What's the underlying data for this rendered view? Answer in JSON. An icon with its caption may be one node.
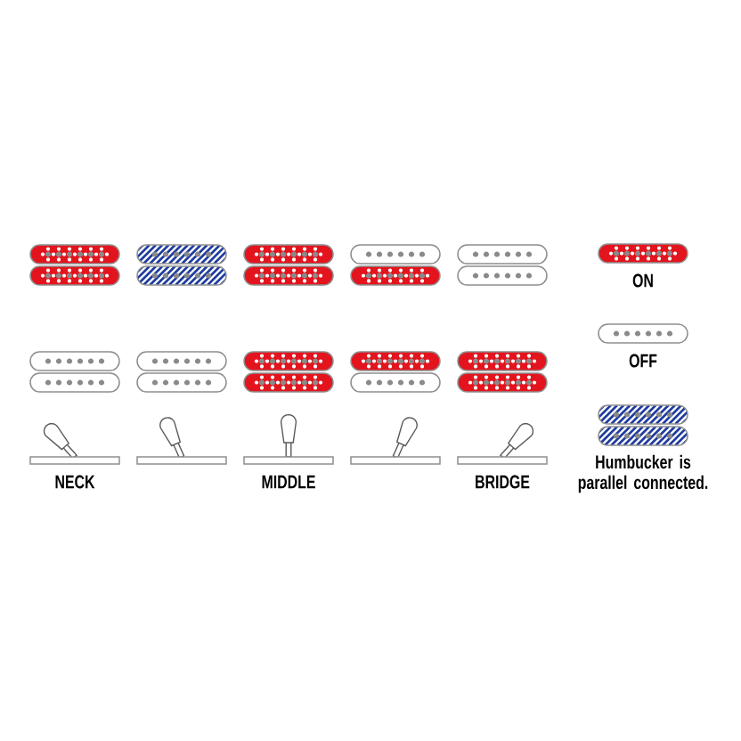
{
  "diagram": {
    "labels": [
      "NECK",
      "MIDDLE",
      "BRIDGE"
    ],
    "legend": [
      {
        "text": "ON",
        "color": "#e3141d"
      },
      {
        "text": "OFF"
      },
      {
        "text": "Humbucker is parallel connected."
      }
    ]
  }
}
